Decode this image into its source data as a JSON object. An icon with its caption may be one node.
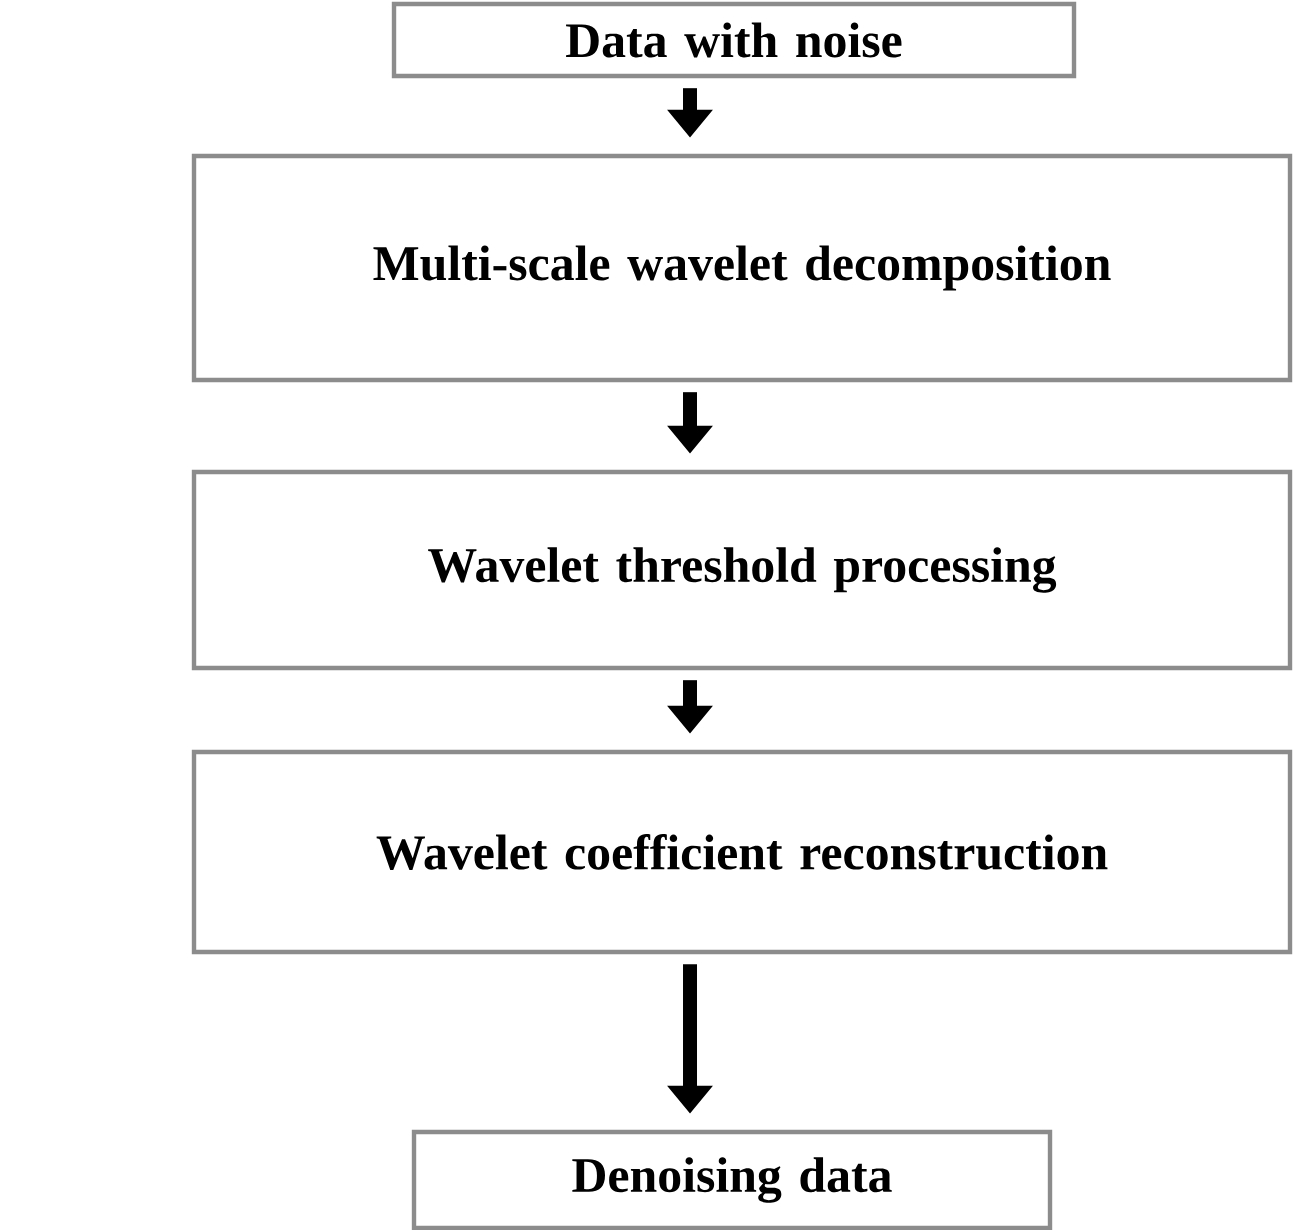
{
  "diagram": {
    "nodes": [
      {
        "text": [
          "Data with noise"
        ]
      },
      {
        "text": [
          "Multi-scale wavelet decomposition"
        ]
      },
      {
        "text": [
          "Wavelet threshold processing"
        ]
      },
      {
        "text": [
          "Wavelet coefficient reconstruction"
        ]
      },
      {
        "text": [
          "Denoising data"
        ]
      }
    ],
    "edges": [
      {
        "from": 0,
        "to": 1,
        "arrow": "to"
      },
      {
        "from": 1,
        "to": 2,
        "arrow": "to"
      },
      {
        "from": 2,
        "to": 3,
        "arrow": "to"
      },
      {
        "from": 3,
        "to": 4,
        "arrow": "to"
      }
    ]
  }
}
